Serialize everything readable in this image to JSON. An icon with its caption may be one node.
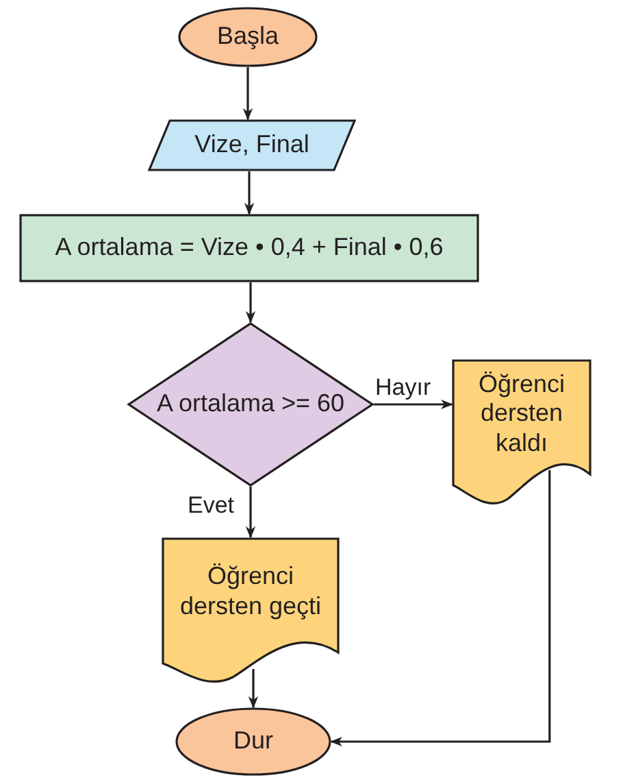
{
  "diagram": {
    "nodes": [
      {
        "text": [
          "Başla"
        ]
      },
      {
        "text": [
          "Vize, Final"
        ]
      },
      {
        "text": [
          "A ortalama = Vize • 0,4 + Final • 0,6"
        ]
      },
      {
        "text": [
          "A ortalama >= 60"
        ]
      },
      {
        "text": [
          "Öğrenci dersten kaldı"
        ]
      },
      {
        "text": [
          "Öğrenci dersten geçti"
        ]
      },
      {
        "text": [
          "Dur"
        ]
      }
    ],
    "edges": [
      {
        "from": 0,
        "to": 1,
        "arrow": "to"
      },
      {
        "from": 1,
        "to": 2,
        "arrow": "to"
      },
      {
        "from": 2,
        "to": 3,
        "arrow": "to"
      },
      {
        "from": 3,
        "to": 4,
        "arrow": "to",
        "label": "Hayır"
      },
      {
        "from": 3,
        "to": 5,
        "arrow": "to",
        "label": "Evet"
      },
      {
        "from": 5,
        "to": 6,
        "arrow": "to"
      },
      {
        "from": 4,
        "to": 6,
        "arrow": "to"
      }
    ]
  }
}
